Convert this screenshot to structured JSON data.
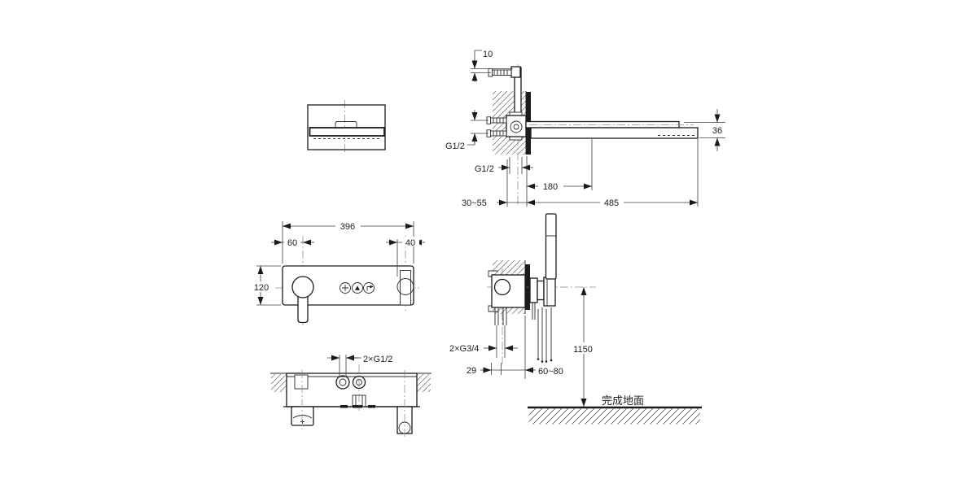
{
  "drawing": {
    "type": "installation-dimension-diagram",
    "colors": {
      "background": "#ffffff",
      "line": "#1b1b1b",
      "dimension": "#3c3c3c",
      "centerline": "#8a8a8a"
    },
    "views": {
      "showerhead_side": {
        "dims": {
          "top_offset": "10",
          "inlet_thread": "G1/2",
          "pipe_thread": "G1/2",
          "wall_to_head": "180",
          "head_length": "485",
          "wall_depth_range": "30~55",
          "head_thickness": "36"
        }
      },
      "mixer_front": {
        "dims": {
          "panel_width": "396",
          "lever_offset": "60",
          "holder_offset": "40",
          "panel_height": "120"
        }
      },
      "mixer_bottom": {
        "dims": {
          "outlet_ports": "2×G1/2"
        }
      },
      "handshower_side": {
        "dims": {
          "supply_ports": "2×G3/4",
          "pipe_offset": "29",
          "wall_clearance": "60~80",
          "height_above_floor": "1150"
        },
        "floor_label": "完成地面"
      }
    }
  }
}
